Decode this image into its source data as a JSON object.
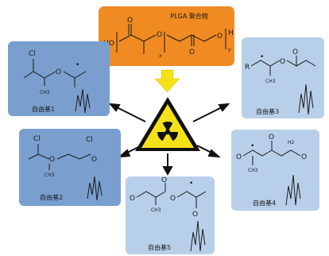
{
  "title": "PLGA 聚合物",
  "colors": {
    "top_box": "#f08a22",
    "box_dark": "#7a9fcf",
    "box_light": "#b8cfea",
    "arrow_down": "#f5e11a",
    "hazard_yellow": "#f5e11a",
    "hazard_black": "#111111"
  },
  "polymer": {
    "left_label": "HO",
    "right_label": "H",
    "sub_x": "x",
    "sub_y": "y",
    "o_atom": "O"
  },
  "radicals": [
    {
      "label": "自由基1",
      "atoms": [
        "Cl",
        "O",
        "CH3",
        "•"
      ]
    },
    {
      "label": "自由基2",
      "atoms": [
        "Cl",
        "O",
        "Cl",
        "O",
        "CH3"
      ]
    },
    {
      "label": "自由基3",
      "atoms": [
        "R",
        "O",
        "O",
        "CH3",
        "•"
      ]
    },
    {
      "label": "自由基4",
      "atoms": [
        "O",
        "O",
        "H2",
        "O",
        "CH3",
        "•"
      ]
    },
    {
      "label": "自由基5",
      "atoms": [
        "O",
        "O",
        "O",
        "•",
        "O",
        "CH3"
      ]
    }
  ],
  "hazard_icon": "radiation-icon"
}
